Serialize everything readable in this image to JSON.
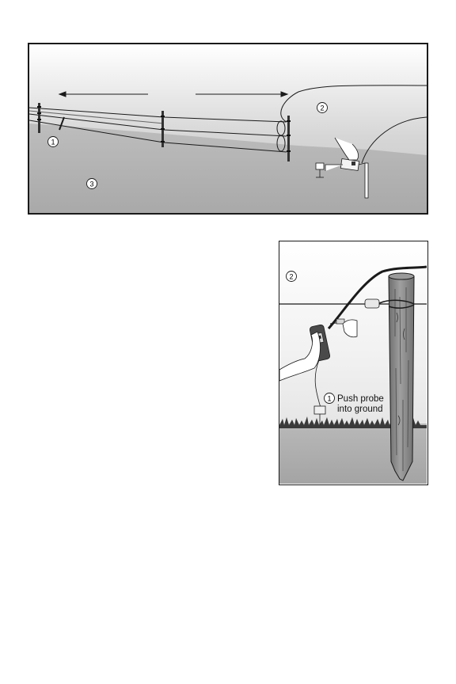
{
  "top_figure": {
    "callouts": [
      "1",
      "2",
      "3"
    ]
  },
  "right_figure": {
    "callouts": [
      "2",
      "1"
    ],
    "probe_caption": [
      "Push probe",
      "into ground"
    ]
  },
  "colors": {
    "sky_top": "#ffffff",
    "sky_bottom": "#c9c9c9",
    "ground": "#b3b3b3",
    "ground_right": "#ababab",
    "outline": "#1a1a1a",
    "post_wood": "#8a8a8a"
  },
  "icons": [
    "hand-icon",
    "fence-tester-icon",
    "ground-probe-icon",
    "wooden-post-icon",
    "insulator-icon",
    "wire-clip-icon"
  ]
}
